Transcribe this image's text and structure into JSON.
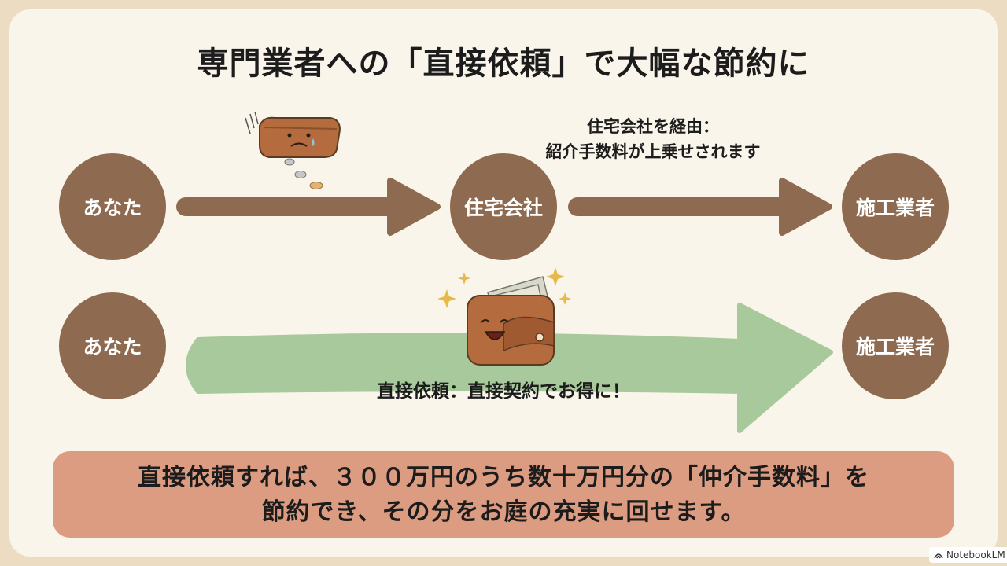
{
  "title": "専門業者への「直接依頼」で大幅な節約に",
  "nodes": {
    "you_top": "あなた",
    "house_company": "住宅会社",
    "contractor_top": "施工業者",
    "you_bottom": "あなた",
    "contractor_bottom": "施工業者"
  },
  "labels": {
    "via_line1": "住宅会社を経由：",
    "via_line2": "紹介手数料が上乗せされます",
    "direct": "直接依頼：直接契約でお得に！"
  },
  "note": {
    "line1": "直接依頼すれば、３００万円のうち数十万円分の「仲介手数料」を",
    "line2": "節約でき、その分をお庭の充実に回せます。"
  },
  "badge": {
    "text": "NotebookLM"
  },
  "colors": {
    "node": "#8e6a51",
    "arrow_brown": "#8e6a51",
    "arrow_green": "#a8c99b",
    "note_bg": "#dc9c82",
    "page_bg": "#faf5ea"
  }
}
